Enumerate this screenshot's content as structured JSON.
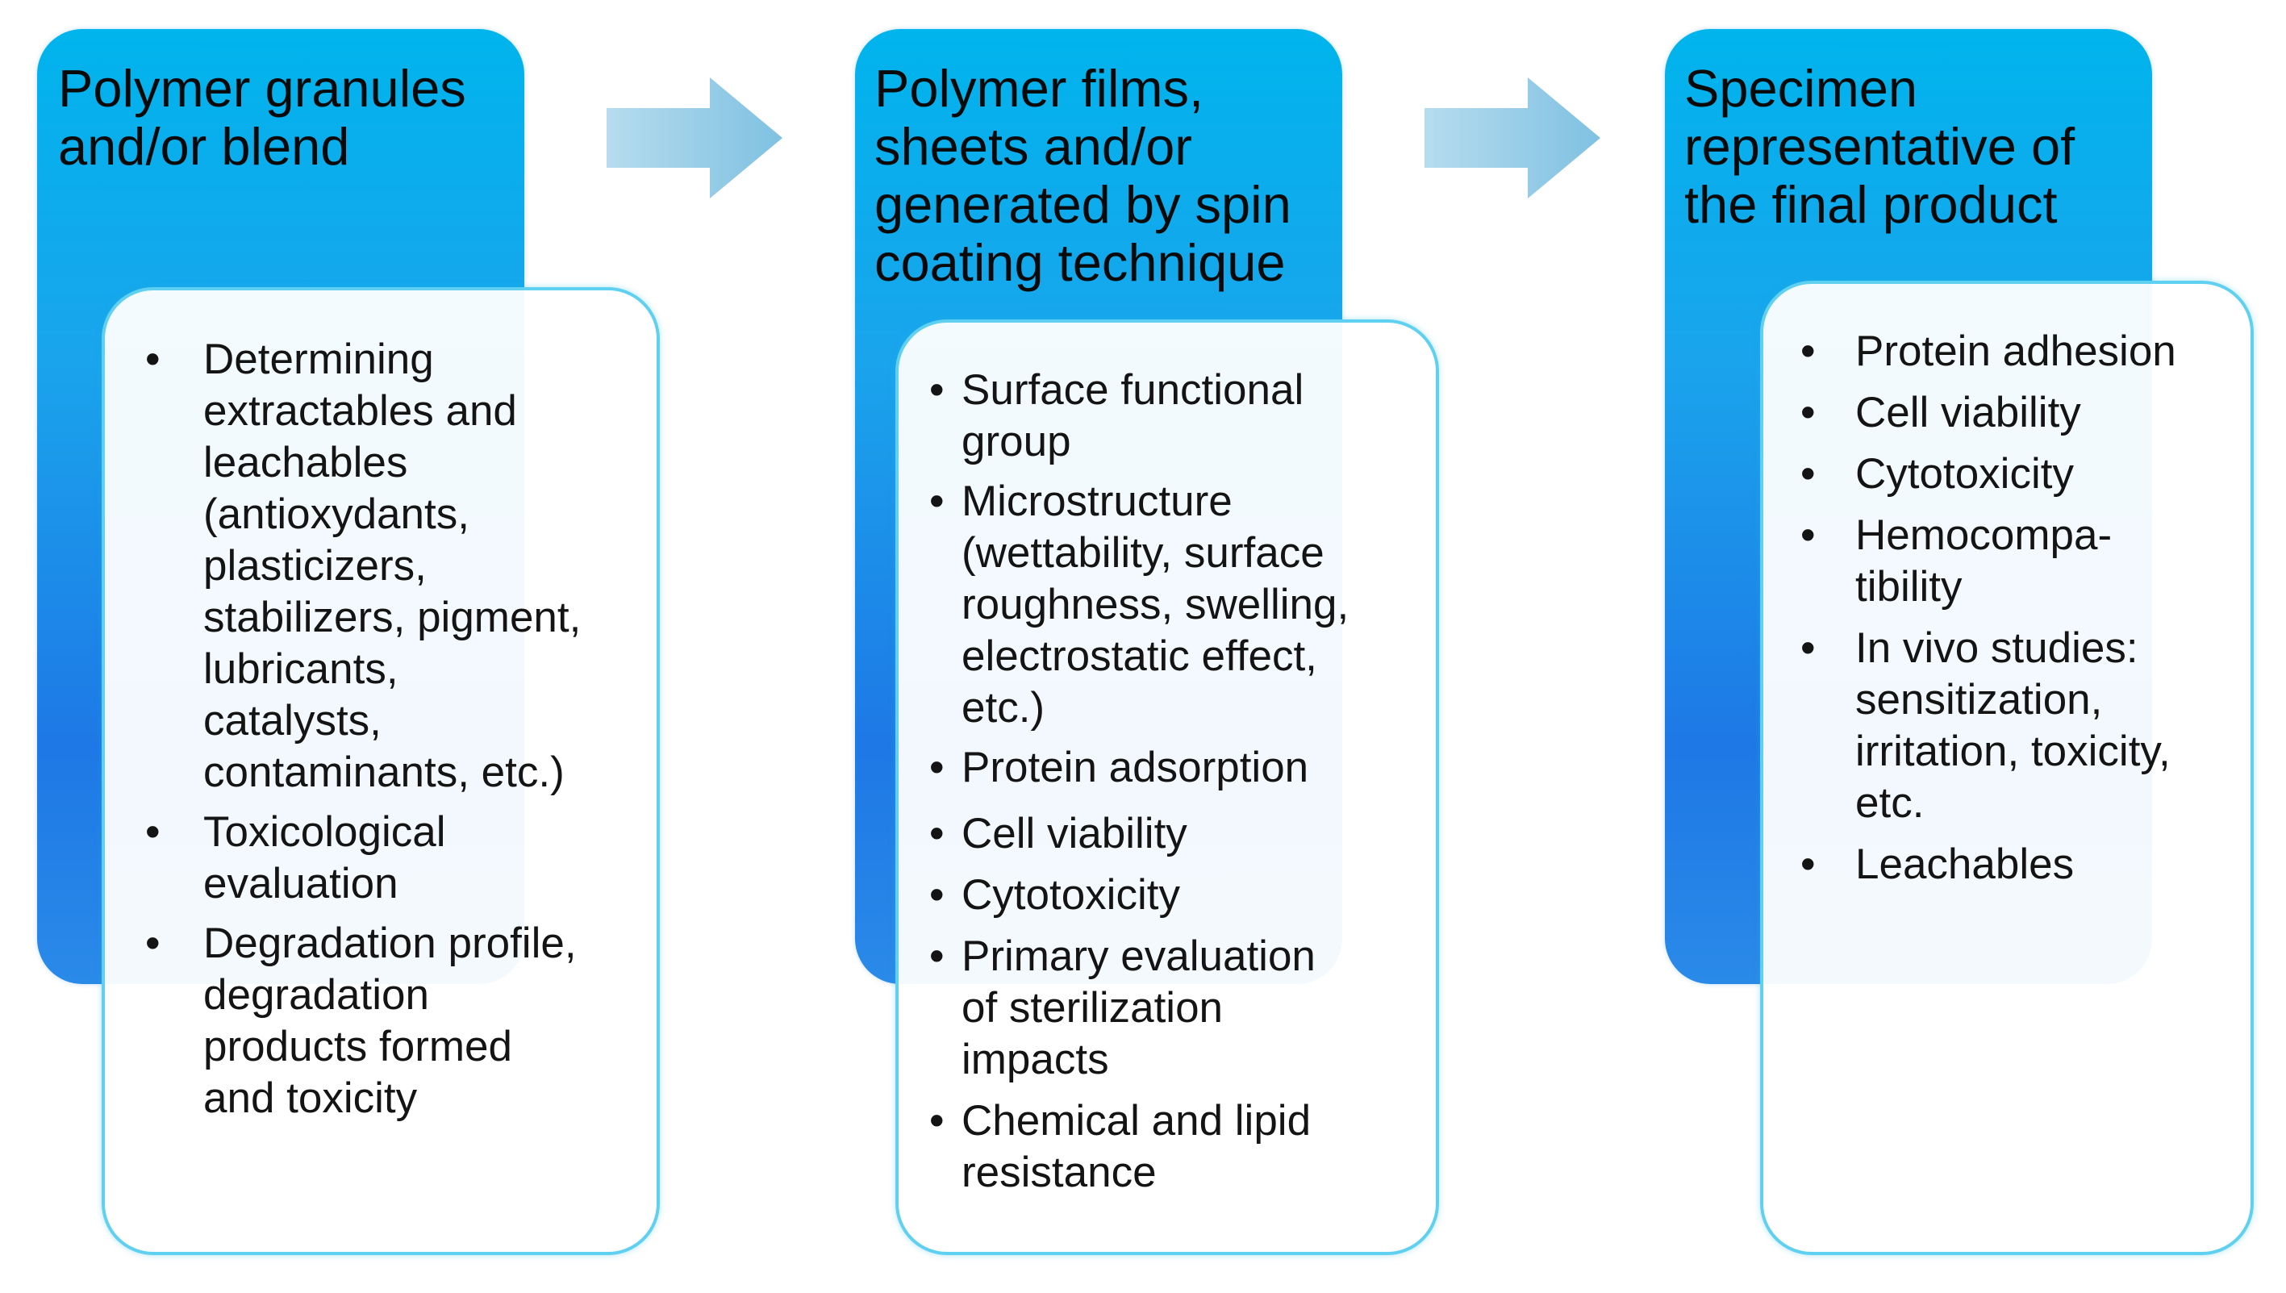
{
  "steps": [
    {
      "title": "Polymer granules\nand/or blend",
      "bullets": [
        "Determining\nextractables and\nleachables\n(antioxydants,\nplasticizers,\nstabilizers, pigment,\nlubricants,\ncatalysts,\ncontaminants, etc.)",
        "Toxicological\nevaluation",
        "Degradation profile,\ndegradation\nproducts formed\nand toxicity"
      ]
    },
    {
      "title": "Polymer films,\nsheets and/or\ngenerated by spin\ncoating technique",
      "bullets": [
        "Surface functional\ngroup",
        "Microstructure\n(wettability, surface\nroughness, swelling,\nelectrostatic effect,\netc.)",
        "Protein adsorption",
        "Cell viability",
        "Cytotoxicity",
        "Primary evaluation\nof sterilization\nimpacts",
        "Chemical and lipid\nresistance"
      ]
    },
    {
      "title": "Specimen\nrepresentative of\nthe final product",
      "bullets": [
        "Protein adhesion",
        "Cell viability",
        "Cytotoxicity",
        "Hemocompa-\ntibility",
        "In vivo studies:\nsensitization,\nirritation, toxicity,\netc.",
        "Leachables"
      ]
    }
  ],
  "bullet_symbol": "•",
  "colors": {
    "header_top": "#00b4ec",
    "header_bottom": "#1e78e6",
    "card_border": "#5fd0f0",
    "arrow": "#8ec8e4"
  }
}
